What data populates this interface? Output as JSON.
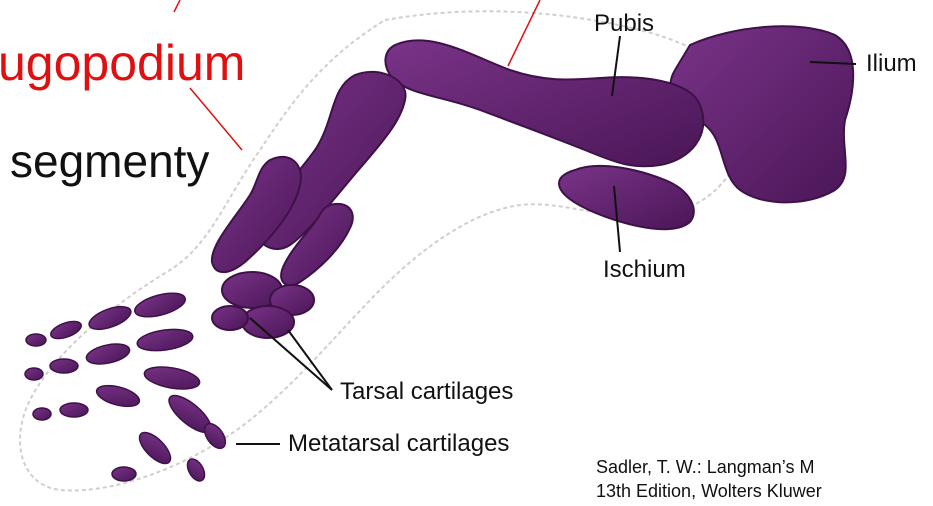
{
  "terms": {
    "red": "ugopodium",
    "black": "segmenty"
  },
  "labels": {
    "pubis": "Pubis",
    "ilium": "Ilium",
    "ischium": "Ischium",
    "tarsal": "Tarsal cartilages",
    "metatarsal": "Metatarsal cartilages"
  },
  "citation": {
    "line1": "Sadler, T. W.: Langman’s M",
    "line2": "13th Edition, Wolters Kluwer"
  },
  "colors": {
    "bone": "#6b2a78",
    "bone_dark": "#3e1248",
    "outline": "#c9c9c9",
    "annotation_red": "#e01010",
    "leader": "#111111"
  }
}
